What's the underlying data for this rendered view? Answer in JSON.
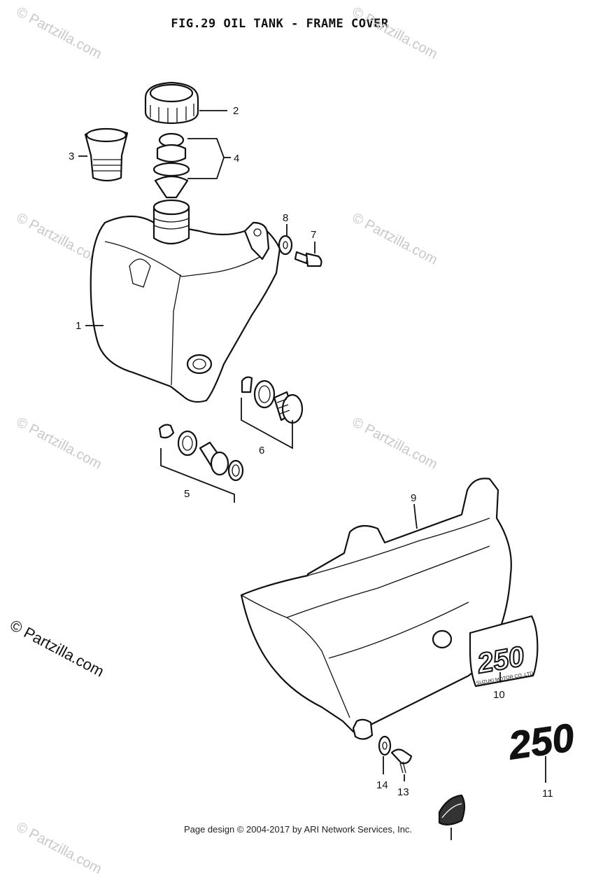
{
  "title": "FIG.29  OIL TANK - FRAME COVER",
  "footer": "Page design © 2004-2017 by ARI Network Services, Inc.",
  "watermark": "© Partzilla.com",
  "callouts": [
    {
      "id": "1",
      "label": "1"
    },
    {
      "id": "2",
      "label": "2"
    },
    {
      "id": "3",
      "label": "3"
    },
    {
      "id": "4",
      "label": "4"
    },
    {
      "id": "5",
      "label": "5"
    },
    {
      "id": "6",
      "label": "6"
    },
    {
      "id": "7",
      "label": "7"
    },
    {
      "id": "8",
      "label": "8"
    },
    {
      "id": "9",
      "label": "9"
    },
    {
      "id": "10",
      "label": "10"
    },
    {
      "id": "11",
      "label": "11"
    },
    {
      "id": "13",
      "label": "13"
    },
    {
      "id": "14",
      "label": "14"
    }
  ],
  "emblems": {
    "emblem_10_text": "250",
    "emblem_10_small": "SUZUKI MOTOR CO.,LTD",
    "emblem_11_text": "250"
  }
}
